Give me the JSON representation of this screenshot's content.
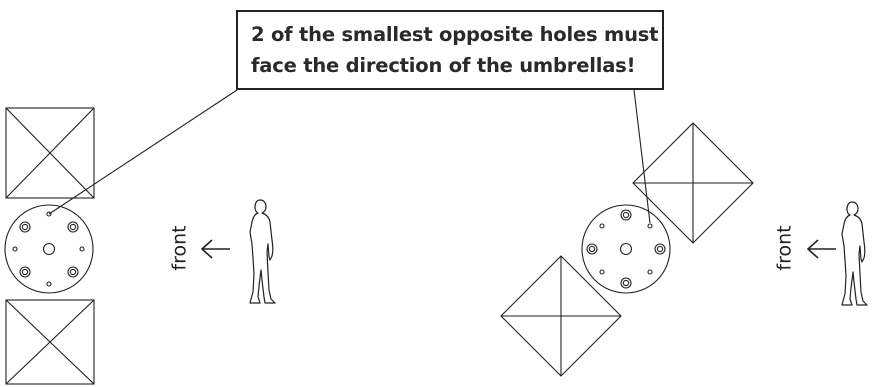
{
  "callout": {
    "line1": "2 of the smallest opposite holes must",
    "line2": "face the direction of the umbrellas!"
  },
  "labels": {
    "front_left": "front",
    "front_right": "front"
  },
  "icons": {
    "arrow": "left-arrow-icon",
    "person": "walking-person-icon",
    "umbrella": "umbrella-canopy-icon",
    "base": "umbrella-base-icon"
  },
  "colors": {
    "line": "#222222",
    "background": "#ffffff"
  }
}
